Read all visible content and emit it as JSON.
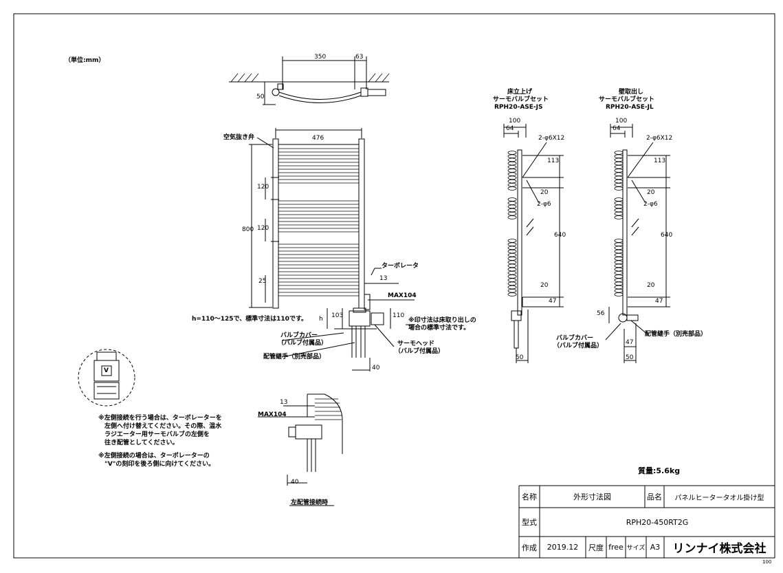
{
  "unit": "（単位:mm）",
  "top_view": {
    "dim_width": "350",
    "dim_offset": "63",
    "dim_depth": "50"
  },
  "front_view": {
    "air_vent": "空気抜き弁",
    "dim_width": "476",
    "dim_height": "800",
    "dim_120a": "120",
    "dim_120b": "120",
    "dim_25": "25",
    "turbo": "ターボレータ",
    "dim_13": "13",
    "max104": "MAX104",
    "h_note": "h=110～125で、標準寸法は110です。",
    "h": "h",
    "dim_103": "103",
    "dim_110": "110",
    "mark_note_1": "※印寸法は床取り出しの",
    "mark_note_2": "場合の標準寸法です。",
    "valve_cover_1": "バルブカバー",
    "valve_cover_2": "（バルブ付属品）",
    "pipe_joint": "配管継手（別売部品）",
    "thermo_head_1": "サーモヘッド",
    "thermo_head_2": "（バルブ付属品）",
    "dim_40": "40"
  },
  "side_js": {
    "title_1": "床立上げ",
    "title_2": "サーモバルブセット",
    "title_3": "RPH20-ASE-JS",
    "dim_100": "100",
    "dim_64": "64",
    "holes_1": "2-φ6X12",
    "dim_113": "113",
    "dim_20a": "20",
    "holes_2": "2-φ6",
    "dim_640": "640",
    "dim_20b": "20",
    "dim_47": "47",
    "dim_50": "50"
  },
  "side_jl": {
    "title_1": "壁取出し",
    "title_2": "サーモバルブセット",
    "title_3": "RPH20-ASE-JL",
    "dim_100": "100",
    "dim_64": "64",
    "holes_1": "2-φ6X12",
    "dim_113": "113",
    "dim_20a": "20",
    "holes_2": "2-φ6",
    "dim_640": "640",
    "dim_20b": "20",
    "dim_47": "47",
    "dim_56": "56",
    "dim_47b": "47",
    "dim_50": "50",
    "valve_cover_1": "バルブカバー",
    "valve_cover_2": "（バルブ付属品）",
    "pipe_joint": "配管継手（別売部品）"
  },
  "detail": {
    "v_mark": "V"
  },
  "notes": {
    "note1": "※左側接続を行う場合は、ターボレーターを\n　左側へ付け替えてください。その際、温水\n　ラジエーター用サーモバルブの左側を\n　往き配管としてください。",
    "note2": "※左側接続の場合は、ターボレーターの\n　\"V\"の刻印を後ろ側に向けてください。"
  },
  "left_pipe": {
    "dim_13": "13",
    "max104": "MAX104",
    "dim_40": "40",
    "caption": "左配管接続時"
  },
  "weight": "質量:5.6kg",
  "title_block": {
    "name_label": "名称",
    "name_value": "外形寸法図",
    "product_label": "品名",
    "product_value": "パネルヒータータオル掛け型",
    "model_label": "型式",
    "model_value": "RPH20-450RT2G",
    "made_label": "作成",
    "made_value": "2019.12",
    "scale_label": "尺度",
    "scale_value": "free",
    "size_label": "サイズ",
    "size_value": "A3",
    "maker": "リンナイ株式会社"
  },
  "corner_code": "100"
}
